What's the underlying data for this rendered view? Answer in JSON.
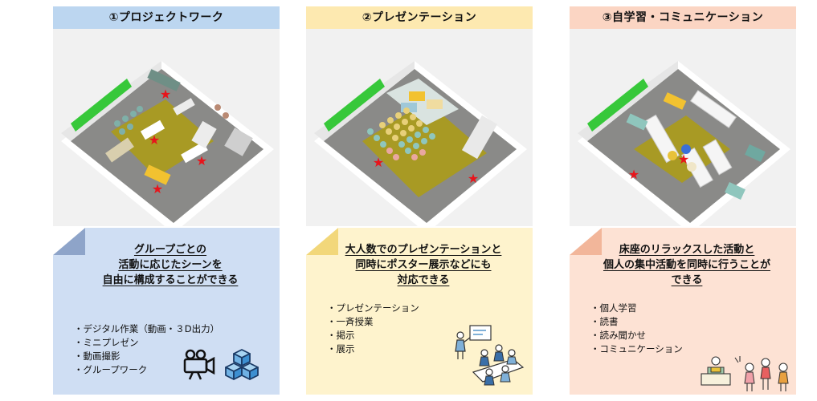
{
  "panels": [
    {
      "title": "①プロジェクトワーク",
      "headline": [
        "グループごとの",
        "活動に応じたシーンを",
        "自由に構成することができる"
      ],
      "items": [
        "デジタル作業（動画・３D出力）",
        "ミニプレゼン",
        "動画撮影",
        "グループワーク"
      ],
      "icons": [
        "video-camera-icon",
        "cubes-icon"
      ]
    },
    {
      "title": "②プレゼンテーション",
      "headline": [
        "大人数でのプレゼンテーションと",
        "同時にポスター展示などにも",
        "対応できる"
      ],
      "items": [
        "プレゼンテーション",
        "一斉授業",
        "掲示",
        "展示"
      ],
      "icons": [
        "presentation-people-icon"
      ]
    },
    {
      "title": "③自学習・コミュニケーション",
      "headline": [
        "床座のリラックスした活動と",
        "個人の集中活動を同時に行うことが",
        "できる"
      ],
      "items": [
        "個人学習",
        "読書",
        "読み聞かせ",
        "コミュニケーション"
      ],
      "icons": [
        "reading-people-icon"
      ]
    }
  ],
  "colors": {
    "header_1": "#bcd6f0",
    "body_1": "#cfdef3",
    "header_2": "#fde9b0",
    "body_2": "#fef3cd",
    "header_3": "#fbd5c3",
    "body_3": "#fde2d4",
    "carpet": "#a89a24",
    "curtain": "#37c83a",
    "star": "#e8141b"
  }
}
